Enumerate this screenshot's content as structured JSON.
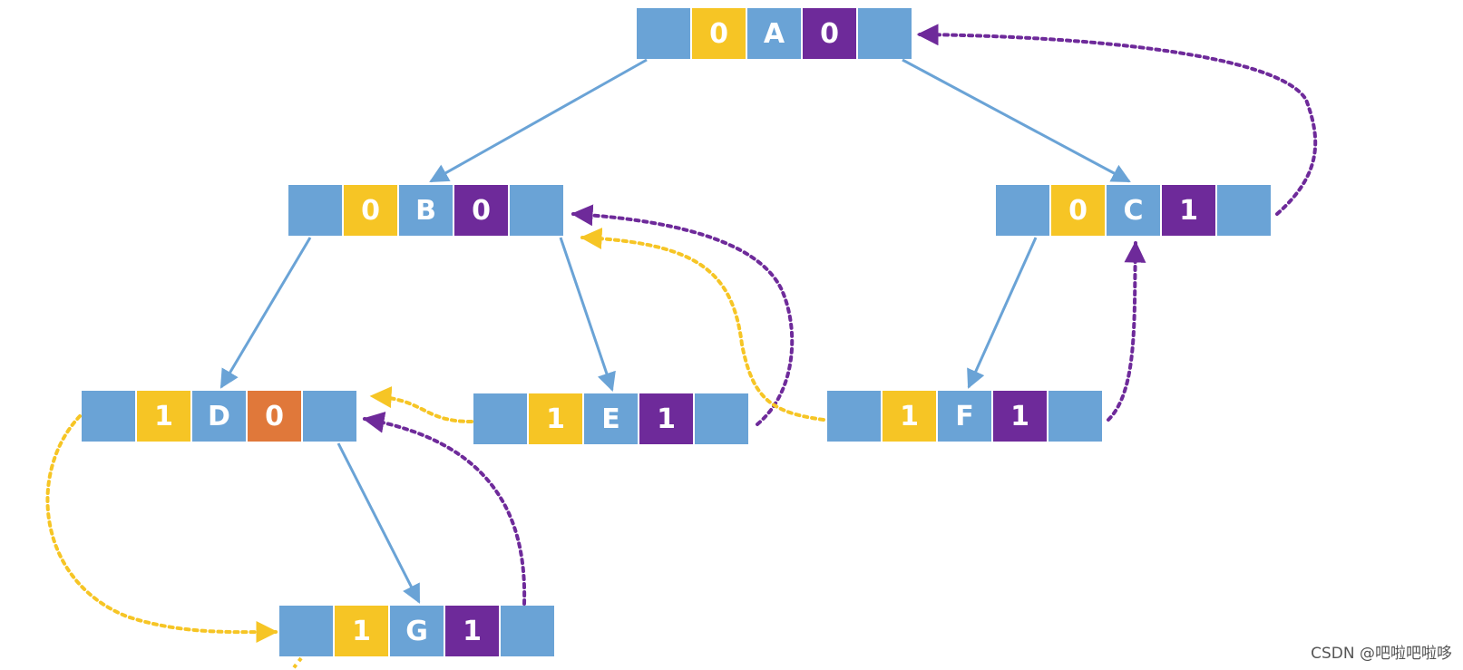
{
  "colors": {
    "pointer": "#6aa3d6",
    "ltag": "#f6c525",
    "rtag": "#6e2a9a",
    "rtag_highlight": "#e0783a",
    "edge": "#6aa3d6",
    "thread_left": "#f6c525",
    "thread_right": "#6e2a9a"
  },
  "nodes": [
    {
      "id": "A",
      "ltag": "0",
      "data": "A",
      "rtag": "0"
    },
    {
      "id": "B",
      "ltag": "0",
      "data": "B",
      "rtag": "0"
    },
    {
      "id": "C",
      "ltag": "0",
      "data": "C",
      "rtag": "1"
    },
    {
      "id": "D",
      "ltag": "1",
      "data": "D",
      "rtag": "0",
      "rtag_highlight": true
    },
    {
      "id": "E",
      "ltag": "1",
      "data": "E",
      "rtag": "1"
    },
    {
      "id": "F",
      "ltag": "1",
      "data": "F",
      "rtag": "1"
    },
    {
      "id": "G",
      "ltag": "1",
      "data": "G",
      "rtag": "1"
    }
  ],
  "tree_edges": [
    {
      "from": "A",
      "to": "B"
    },
    {
      "from": "A",
      "to": "C"
    },
    {
      "from": "B",
      "to": "D"
    },
    {
      "from": "B",
      "to": "E"
    },
    {
      "from": "C",
      "to": "F"
    },
    {
      "from": "D",
      "to": "G"
    }
  ],
  "thread_edges": [
    {
      "from": "C",
      "to": "A",
      "kind": "right"
    },
    {
      "from": "E",
      "to": "B",
      "kind": "right"
    },
    {
      "from": "F",
      "to": "B",
      "kind": "left"
    },
    {
      "from": "F",
      "to": "C",
      "kind": "right"
    },
    {
      "from": "E",
      "to": "D",
      "kind": "left"
    },
    {
      "from": "G",
      "to": "D",
      "kind": "right"
    },
    {
      "from": "D",
      "to": "G",
      "kind": "left"
    }
  ],
  "watermark": "CSDN @吧啦吧啦哆"
}
